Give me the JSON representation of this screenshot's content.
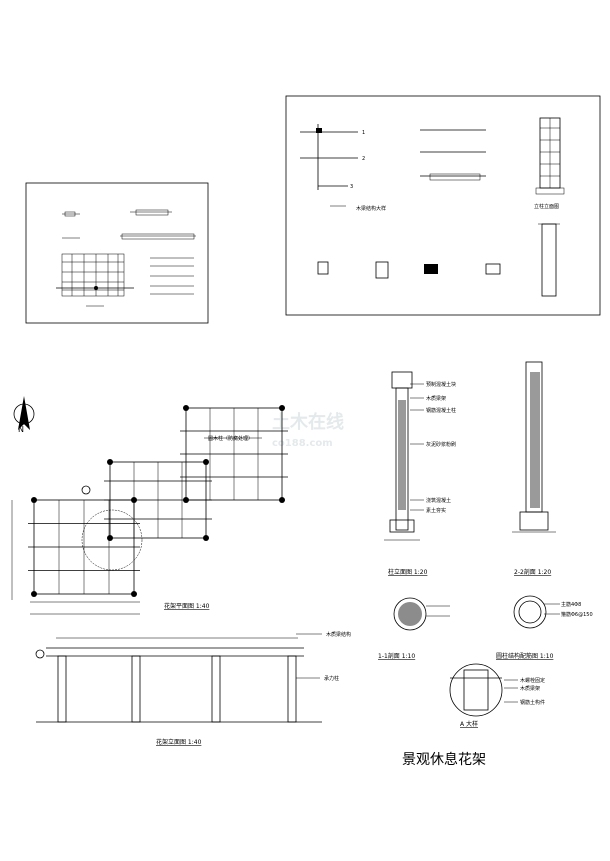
{
  "drawing": {
    "main_title": "景观休息花架",
    "watermark": "土木在线",
    "watermark_sub": "co188.com",
    "north_label": "N",
    "plan_title": "花架平面图  1:40",
    "plan_note_column": "圆木柱（防腐处理）",
    "elevation_title": "花架立面图  1:40",
    "elevation_note_beam": "木质梁结构",
    "elevation_note_column": "承力柱",
    "column_elevation_title": "柱立面图  1:20",
    "section22_title": "2-2剖面  1:20",
    "section11_title": "1-1剖面  1:10",
    "column_joint_title": "圆柱结构配筋图  1:10",
    "detail_a_title": "A 大样",
    "detail_a_notes": [
      "木螺栓固定",
      "木质梁架",
      "钢筋土构件"
    ],
    "rebar_notes": [
      "主筋4Φ8",
      "箍筋Φ6@150"
    ],
    "elevation_col_notes": [
      "预制混凝土块",
      "木质梁架",
      "钢筋混凝土柱",
      "灰泥砂浆粉刷",
      "浇筑混凝土",
      "素土夯实"
    ],
    "top_right_labels": [
      "1",
      "2",
      "3"
    ],
    "top_right_sub_titles": [
      "木梁结构大样",
      "立柱立面图"
    ]
  }
}
